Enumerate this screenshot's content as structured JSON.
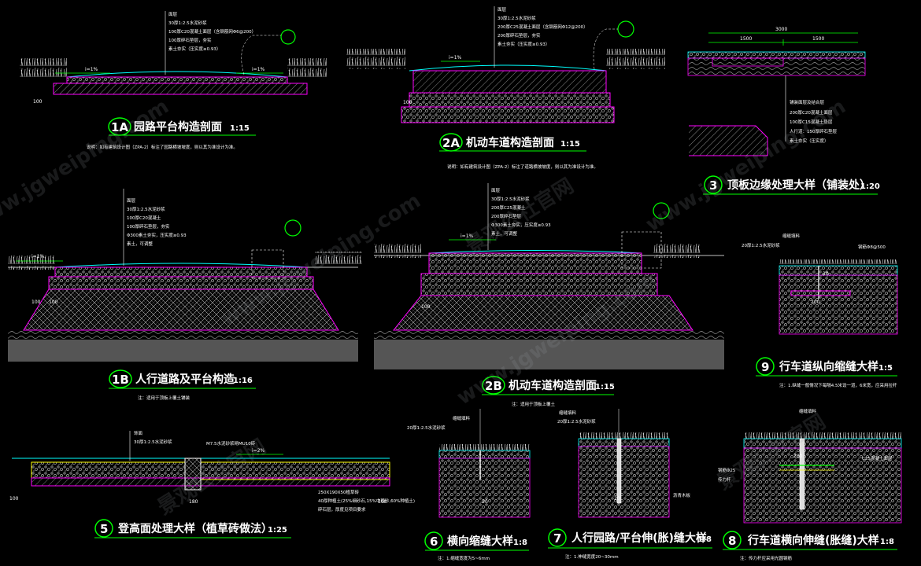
{
  "watermarks": [
    "www.jgweiping.com",
    "景观公社官网"
  ],
  "details": [
    {
      "id": "1A",
      "num": "1A",
      "title": "园路平台构造剖面",
      "scale": "1:15",
      "note": "说明：如有建筑设计图（ZPA-2）标注了园路横坡坡度，则以其为准设计为准。",
      "slope": "i=1%",
      "dims": [
        "100"
      ],
      "layers": [
        "面层",
        "30厚1:2.5水泥砂浆",
        "100厚C20混凝土面层（含钢筋网Φ6@200）",
        "100厚碎石垫层，夯实",
        "素土夯实（压实度≥0.93）"
      ]
    },
    {
      "id": "2A",
      "num": "2A",
      "title": "机动车道构造剖面",
      "scale": "1:15",
      "note": "说明：如有建筑设计图（ZPA-2）标注了道路横坡坡度，则以其为准设计为准。",
      "slope": "i=1%",
      "dims": [
        "100"
      ],
      "layers": [
        "面层",
        "30厚1:2.5水泥砂浆",
        "200厚C25混凝土面层（含钢筋网Φ12@200）",
        "200厚碎石垫层，夯实",
        "素土夯实（压实度≥0.93）"
      ]
    },
    {
      "id": "3",
      "num": "3",
      "title": "顶板边缘处理大样（铺装处）",
      "scale": "1:20",
      "dims": [
        "3000",
        "1500",
        "1500"
      ],
      "layers": [
        "铺装面层及结合层",
        "200厚C20混凝土面层",
        "100厚C15混凝土垫层",
        "人行道：150厚碎石垫层",
        "素土夯实（压实度）"
      ]
    },
    {
      "id": "1B",
      "num": "1B",
      "title": "人行道路及平台构造",
      "scale": "1:16",
      "note": "注：适用于顶板上覆土铺装",
      "slope": "i=1%",
      "dims": [
        "100",
        "100"
      ],
      "layers": [
        "面层",
        "30厚1:2.5水泥砂浆",
        "100厚C20混凝土",
        "100厚碎石垫层，夯实",
        "Φ300素土夯实，压实度≥0.93",
        "素土，可调整"
      ]
    },
    {
      "id": "2B",
      "num": "2B",
      "title": "机动车道构造剖面",
      "scale": "1:15",
      "note": "注：适用于顶板上覆土",
      "slope": "i=1%",
      "dims": [
        "100"
      ],
      "layers": [
        "面层",
        "30厚1:2.5水泥砂浆",
        "200厚C25混凝土",
        "200厚碎石垫层",
        "Φ300素土夯实，压实度≥0.93",
        "素土，可调整"
      ]
    },
    {
      "id": "9",
      "num": "9",
      "title": "行车道纵向缩缝大样",
      "scale": "1:5",
      "note": "注：1.纵缝一般情况下每隔4.5米设一道，6米宽，应采用拉杆",
      "dims": [
        "200",
        "20"
      ],
      "layers": [
        "缩缝填料",
        "20厚1:2.5水泥砂浆",
        "钢筋Φ8@500"
      ]
    },
    {
      "id": "5",
      "num": "5",
      "title": "登高面处理大样（植草砖做法）",
      "scale": "1:25",
      "slope": "i=2%",
      "dims": [
        "100",
        "180",
        "100"
      ],
      "layers": [
        "饰面",
        "30厚1:2.5水泥砂浆",
        "M7.5水泥砂浆砌MU10砖",
        "250X190X50植草砖",
        "40厚种植土(25%细砂石,15%中粗砂,60%种植土)",
        "碎石层，厚度见项目要求"
      ]
    },
    {
      "id": "6",
      "num": "6",
      "title": "横向缩缝大样",
      "scale": "1:8",
      "note": "注：1.缩缝宽度为5~6mm",
      "dims": [
        "20"
      ],
      "layers": [
        "缩缝填料",
        "20厚1:2.5水泥砂浆"
      ]
    },
    {
      "id": "7",
      "num": "7",
      "title": "人行园路/平台伸(胀)缝大样",
      "scale": "1:8",
      "note": "注：1.伸缝宽度20~30mm",
      "dims": [
        "20"
      ],
      "layers": [
        "缩缝填料",
        "20厚1:2.5水泥砂浆",
        "沥青木板"
      ]
    },
    {
      "id": "8",
      "num": "8",
      "title": "行车道横向伸缝(胀缝)大样",
      "scale": "1:8",
      "note": "注：传力杆应采用光圆钢筋",
      "dims": [
        "200"
      ],
      "layers": [
        "缩缝填料",
        "C25混凝土面层",
        "钢筋Φ25",
        "传力杆"
      ]
    }
  ]
}
